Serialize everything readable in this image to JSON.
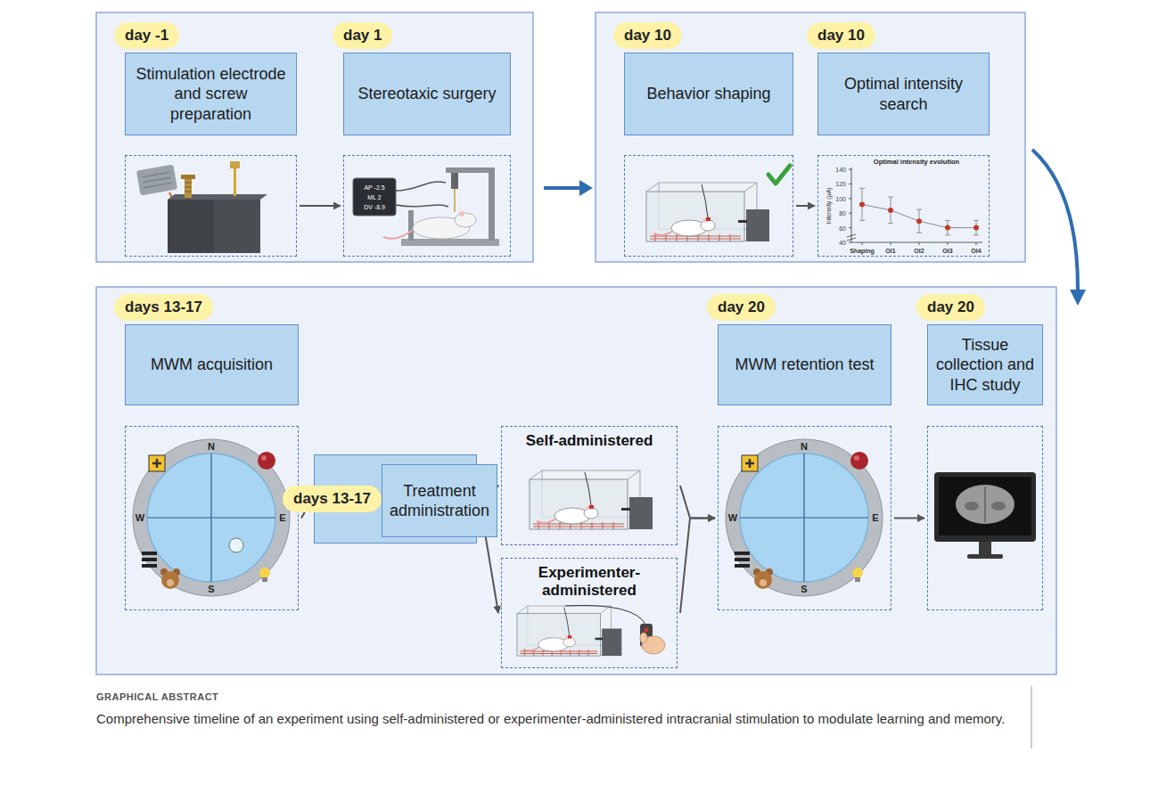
{
  "diagram": {
    "title": "GRAPHICAL ABSTRACT",
    "caption": "Comprehensive timeline of an experiment using self-administered or experimenter-administered intracranial stimulation to modulate learning and memory.",
    "nodes": [
      {
        "text": [
          "day -1",
          "Stimulation electrode and screw preparation"
        ]
      },
      {
        "text": [
          "day 1",
          "Stereotaxic surgery"
        ]
      },
      {
        "text": [
          "day 10",
          "Behavior shaping"
        ]
      },
      {
        "text": [
          "day 10",
          "Optimal intensity search"
        ]
      },
      {
        "text": [
          "days 13-17",
          "MWM acquisition"
        ]
      },
      {
        "text": [
          "days 13-17",
          "Treatment administration"
        ]
      },
      {
        "text": [
          "Self-administered"
        ]
      },
      {
        "text": [
          "Experimenter-administered"
        ]
      },
      {
        "text": [
          "day 20",
          "MWM retention test"
        ]
      },
      {
        "text": [
          "day 20",
          "Tissue collection and IHC study"
        ]
      }
    ],
    "edges": [
      {
        "from": 0,
        "to": 1,
        "arrow": "to"
      },
      {
        "from": 2,
        "to": 3,
        "arrow": "to"
      },
      {
        "from": 4,
        "to": 5,
        "arrow": "to"
      },
      {
        "from": 5,
        "to": 6,
        "arrow": "to"
      },
      {
        "from": 5,
        "to": 7,
        "arrow": "to"
      },
      {
        "from": 6,
        "to": 8,
        "arrow": "to"
      },
      {
        "from": 7,
        "to": 8,
        "arrow": "to"
      },
      {
        "from": 8,
        "to": 9,
        "arrow": "to"
      }
    ],
    "labels": [
      "AP -2.5",
      "ML 2",
      "DV -8.9",
      "Optimal intensity evolution",
      "Intensity (µA)",
      "140",
      "120",
      "100",
      "80",
      "60",
      "40",
      "Shaping",
      "OI1",
      "OI2",
      "OI3",
      "OI4",
      "N",
      "E",
      "S",
      "W",
      "N",
      "E",
      "S",
      "W"
    ]
  }
}
